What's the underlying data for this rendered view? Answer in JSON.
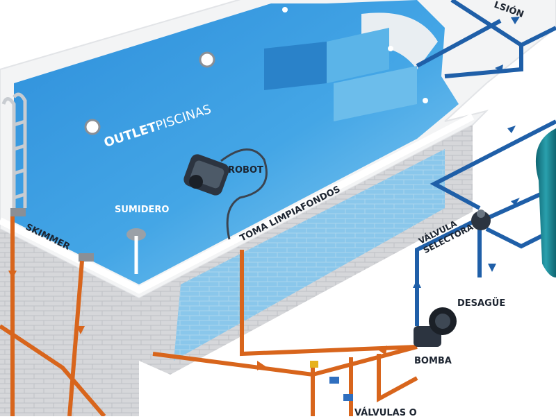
{
  "brand": {
    "name_bold": "OUTLET",
    "name_light": "PISCINAS"
  },
  "labels": {
    "robot": "ROBOT",
    "sumidero": "SUMIDERO",
    "skimmer": "SKIMMER",
    "toma": "TOMA LIMPIAFONDOS",
    "valvula_line1": "VÁLVULA",
    "valvula_line2": "SELECTORA",
    "desague": "DESAGÜE",
    "bomba": "BOMBA",
    "valvulas": "VÁLVULAS O",
    "impulsion": "LSIÓN"
  },
  "colors": {
    "water": "#3aa2e0",
    "water_deep": "#1c7fd0",
    "deck": "#f4f5f6",
    "wall": "#d2d3d6",
    "pipe_orange": "#d8651c",
    "pipe_blue": "#1f5fa8",
    "filter_teal": "#1b7f8c"
  }
}
